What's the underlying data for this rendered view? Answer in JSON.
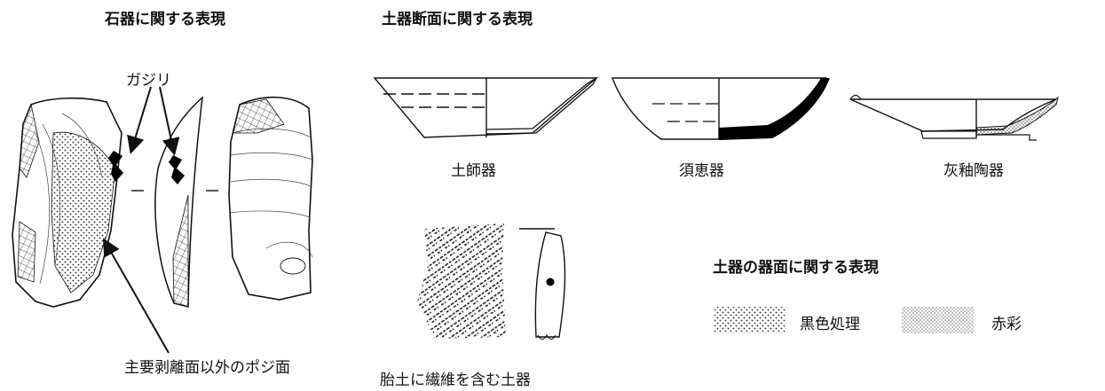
{
  "stone_tools": {
    "heading": "石器に関する表現",
    "label_gajiri": "ガジリ",
    "label_positive_face": "主要剥離面以外のポジ面"
  },
  "pottery_sections": {
    "heading": "土器断面に関する表現",
    "items": [
      {
        "label": "土師器"
      },
      {
        "label": "須恵器"
      },
      {
        "label": "灰釉陶器"
      }
    ]
  },
  "fiber_pottery": {
    "label": "胎土に繊維を含む土器"
  },
  "surface_expressions": {
    "heading": "土器の器面に関する表現",
    "legend": [
      {
        "label": "黒色処理"
      },
      {
        "label": "赤彩"
      }
    ]
  }
}
